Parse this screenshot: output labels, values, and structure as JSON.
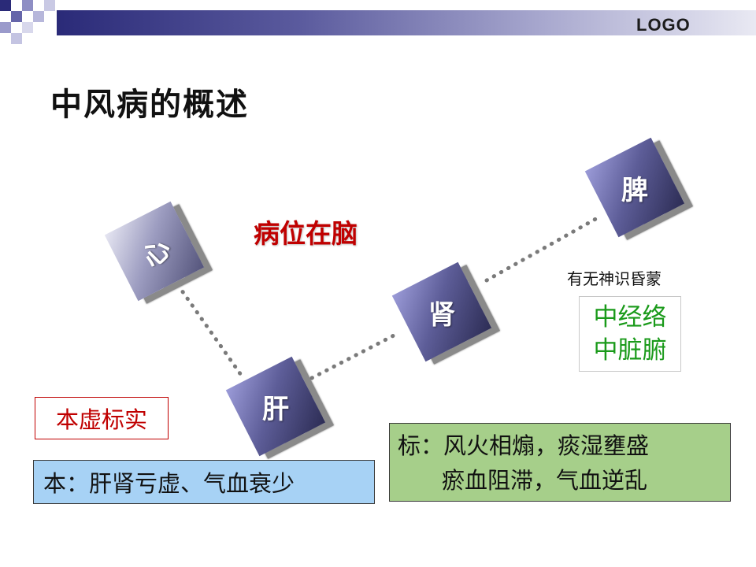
{
  "header": {
    "logo": "LOGO",
    "bar_color": "#2a2a78"
  },
  "title": "中风病的概述",
  "location_text": "病位在脑",
  "nodes": {
    "heart": "心",
    "liver": "肝",
    "kidney": "肾",
    "spleen": "脾"
  },
  "symptom": "有无神识昏蒙",
  "stroke_types": {
    "line1": "中经络",
    "line2": "中脏腑"
  },
  "concept": "本虚标实",
  "root": "本：肝肾亏虚、气血衰少",
  "branch": {
    "line1": "标：风火相煽，痰湿壅盛",
    "line2": "瘀血阻滞，气血逆乱"
  },
  "colors": {
    "location": "#c00000",
    "stroke_types": "#1a9a1a",
    "root_bg": "#a7d2f5",
    "branch_bg": "#a6cf8a",
    "concept_border": "#c00000"
  }
}
